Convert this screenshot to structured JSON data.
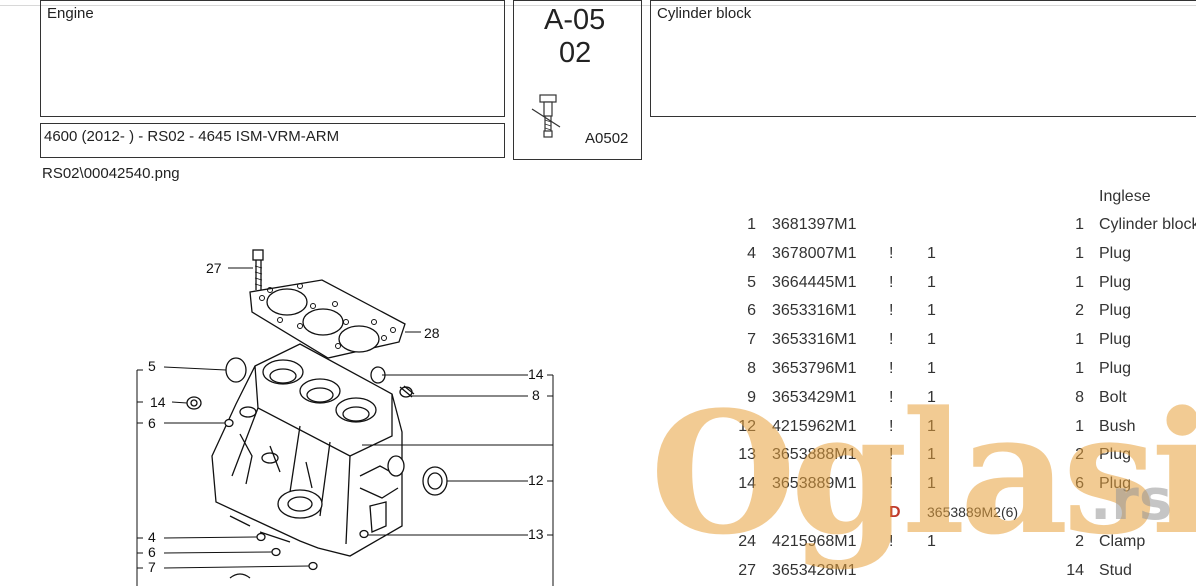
{
  "header": {
    "group_label": "Engine",
    "page_code_line1": "A-05",
    "page_code_line2": "02",
    "page_ref": "A0502",
    "title": "Cylinder block",
    "model": "4600 (2012-    ) - RS02 - 4645 ISM-VRM-ARM",
    "image_file": "RS02\\00042540.png"
  },
  "parts": {
    "language_header": "Inglese",
    "rows": [
      {
        "ref": "1",
        "number": "3681397M1",
        "flag": "",
        "one": "",
        "qty": "1",
        "desc": "Cylinder block",
        "note": ""
      },
      {
        "ref": "4",
        "number": "3678007M1",
        "flag": "!",
        "one": "1",
        "qty": "1",
        "desc": "Plug",
        "note": ""
      },
      {
        "ref": "5",
        "number": "3664445M1",
        "flag": "!",
        "one": "1",
        "qty": "1",
        "desc": "Plug",
        "note": ""
      },
      {
        "ref": "6",
        "number": "3653316M1",
        "flag": "!",
        "one": "1",
        "qty": "2",
        "desc": "Plug",
        "note": ""
      },
      {
        "ref": "7",
        "number": "3653316M1",
        "flag": "!",
        "one": "1",
        "qty": "1",
        "desc": "Plug",
        "note": ""
      },
      {
        "ref": "8",
        "number": "3653796M1",
        "flag": "!",
        "one": "1",
        "qty": "1",
        "desc": "Plug",
        "note": ""
      },
      {
        "ref": "9",
        "number": "3653429M1",
        "flag": "!",
        "one": "1",
        "qty": "8",
        "desc": "Bolt",
        "note": ""
      },
      {
        "ref": "12",
        "number": "4215962M1",
        "flag": "!",
        "one": "1",
        "qty": "1",
        "desc": "Bush",
        "note": ""
      },
      {
        "ref": "13",
        "number": "3653888M1",
        "flag": "!",
        "one": "1",
        "qty": "2",
        "desc": "Plug",
        "note": ""
      },
      {
        "ref": "14",
        "number": "3653889M1",
        "flag": "!",
        "one": "1",
        "qty": "6",
        "desc": "Plug",
        "note": ""
      },
      {
        "ref": "",
        "number": "",
        "flag": "D",
        "one": "",
        "qty": "",
        "desc": "",
        "note": "3653889M2(6)"
      },
      {
        "ref": "24",
        "number": "4215968M1",
        "flag": "!",
        "one": "1",
        "qty": "2",
        "desc": "Clamp",
        "note": ""
      },
      {
        "ref": "27",
        "number": "3653428M1",
        "flag": "",
        "one": "",
        "qty": "14",
        "desc": "Stud",
        "note": ""
      }
    ]
  },
  "diagram": {
    "callouts": [
      "27",
      "28",
      "5",
      "14",
      "6",
      "14",
      "8",
      "12",
      "13",
      "4",
      "6",
      "7"
    ]
  },
  "watermark": {
    "text": "Oglasi",
    "suffix": ".rs",
    "color": "#e8a03a"
  }
}
